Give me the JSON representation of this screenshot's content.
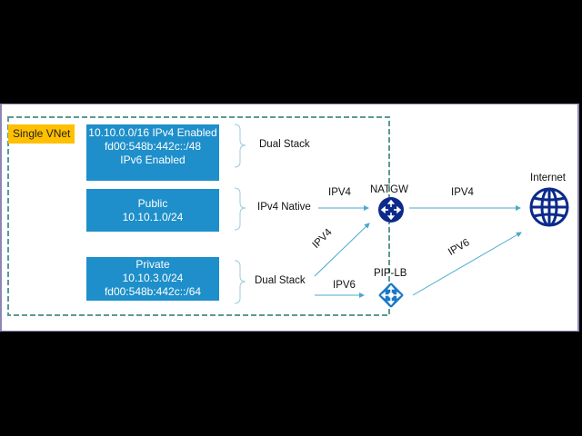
{
  "diagram": {
    "vnet_label": "Single VNet",
    "subnets": [
      {
        "name": "vnet-address-space",
        "lines": [
          "10.10.0.0/16 IPv4 Enabled",
          "fd00:548b:442c::/48",
          "IPv6 Enabled"
        ],
        "stack": "Dual Stack"
      },
      {
        "name": "public-subnet",
        "lines": [
          "Public",
          "10.10.1.0/24"
        ],
        "stack": "IPv4 Native"
      },
      {
        "name": "private-subnet",
        "lines": [
          "Private",
          "10.10.3.0/24",
          "fd00:548b:442c::/64"
        ],
        "stack": "Dual Stack"
      }
    ],
    "nodes": {
      "nat_gw": "NATGW",
      "pip_lb": "PIP-LB",
      "internet": "Internet"
    },
    "edges": {
      "public_to_natgw": "IPV4",
      "private_to_natgw": "IPV4",
      "private_to_piplb": "IPV6",
      "natgw_to_internet": "IPV4",
      "piplb_to_internet": "IPV6"
    },
    "colors": {
      "subnet_fill": "#1e8fca",
      "badge_fill": "#ffc000",
      "vnet_border": "#5b9a92",
      "arrow": "#4aa8cc",
      "natgw_icon": "#0b2a8a",
      "piplb_icon": "#1a78c8",
      "internet_icon": "#0b2a8a",
      "bracket": "#9ec9d8"
    }
  }
}
